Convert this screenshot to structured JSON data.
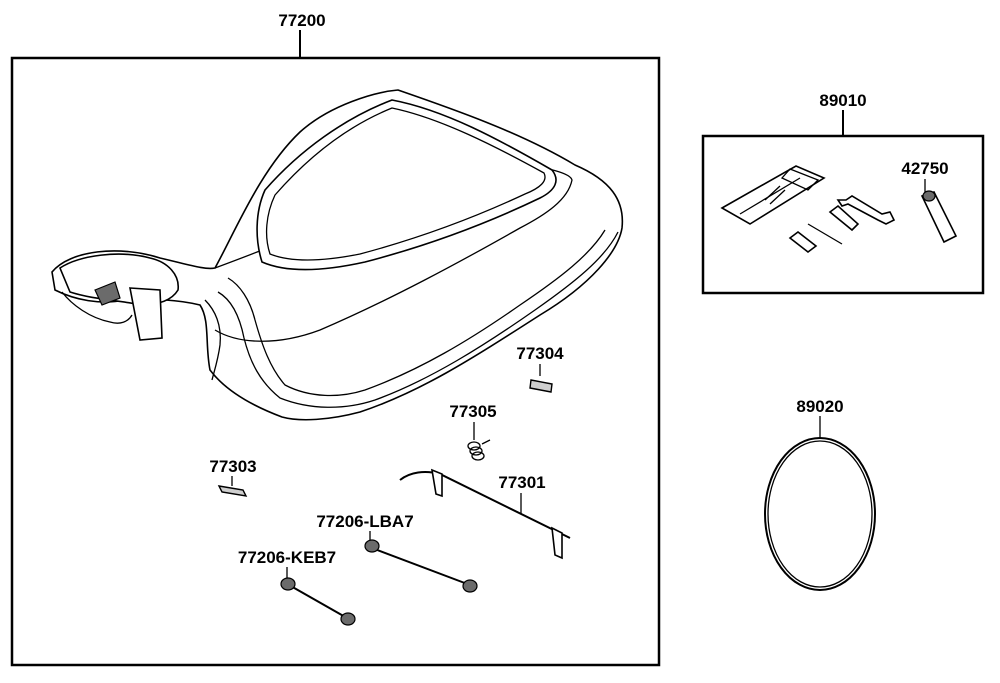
{
  "parts": {
    "seat_assembly": "77200",
    "tool_kit": "89010",
    "tool_item": "42750",
    "seat_pin": "77304",
    "seat_spring": "77305",
    "seat_clip": "77303",
    "seat_lock_rod": "77301",
    "seat_bumper_lba7": "77206-LBA7",
    "seat_bumper_keb7": "77206-KEB7",
    "band": "89020"
  },
  "colors": {
    "line": "#000000",
    "background": "#ffffff"
  }
}
